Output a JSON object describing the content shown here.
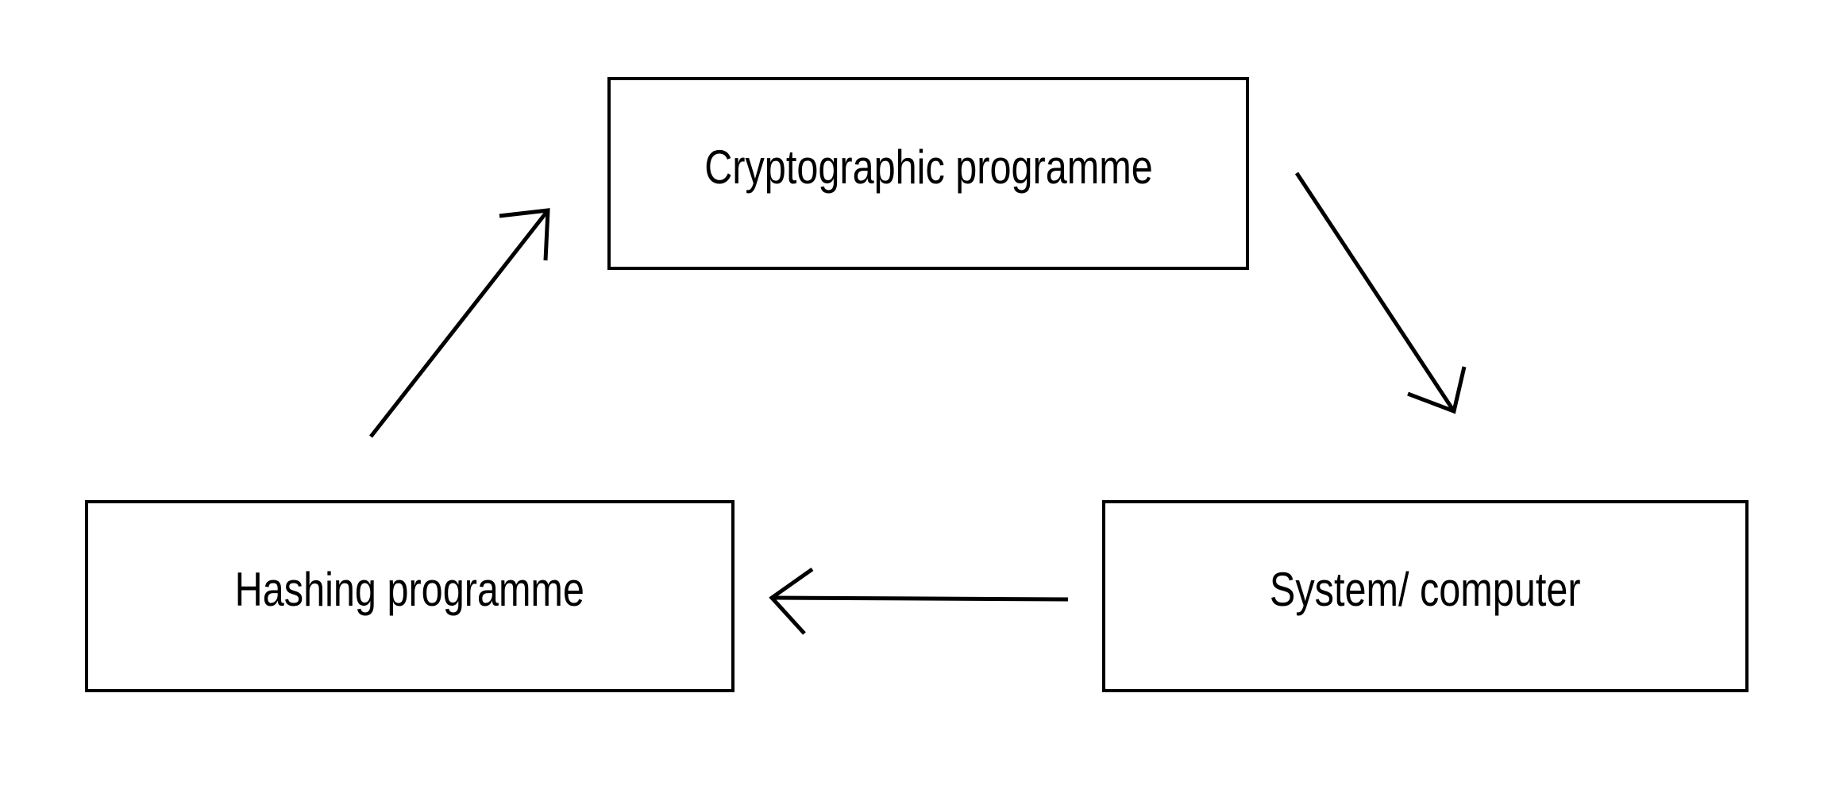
{
  "diagram": {
    "type": "cycle-flow-diagram",
    "background_color": "#ffffff",
    "stroke_color": "#000000",
    "nodes": [
      {
        "id": "cryptographic-programme",
        "label": "Cryptographic programme",
        "position": "top-center"
      },
      {
        "id": "system-computer",
        "label": "System/ computer",
        "position": "bottom-right"
      },
      {
        "id": "hashing-programme",
        "label": "Hashing programme",
        "position": "bottom-left"
      }
    ],
    "edges": [
      {
        "from": "cryptographic-programme",
        "to": "system-computer",
        "direction": "down-right"
      },
      {
        "from": "system-computer",
        "to": "hashing-programme",
        "direction": "left"
      },
      {
        "from": "hashing-programme",
        "to": "cryptographic-programme",
        "direction": "up-right"
      }
    ]
  }
}
